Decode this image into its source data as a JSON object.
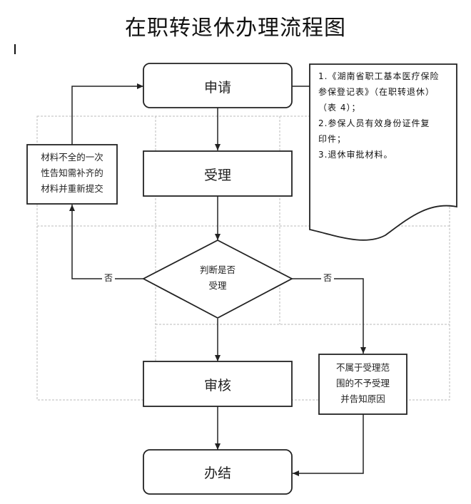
{
  "title": "在职转退休办理流程图",
  "nodes": {
    "apply": "申请",
    "accept": "受理",
    "decision_line1": "判断是否",
    "decision_line2": "受理",
    "review": "审核",
    "finish": "办结"
  },
  "side_boxes": {
    "incomplete_line1": "材料不全的一次",
    "incomplete_line2": "性告知需补齐的",
    "incomplete_line3": "材料并重新提交",
    "reject_line1": "不属于受理范",
    "reject_line2": "围的不予受理",
    "reject_line3": "并告知原因"
  },
  "edge_labels": {
    "left_no": "否",
    "right_no": "否"
  },
  "document_note": {
    "item1_line1": "1.《湖南省职工基本医疗保险",
    "item1_line2": "参保登记表》（在职转退休）",
    "item1_line3": "（表 4）；",
    "item2_line1": "2.参保人员有效身份证件复",
    "item2_line2": "印件；",
    "item3": "3.退休审批材料。"
  }
}
